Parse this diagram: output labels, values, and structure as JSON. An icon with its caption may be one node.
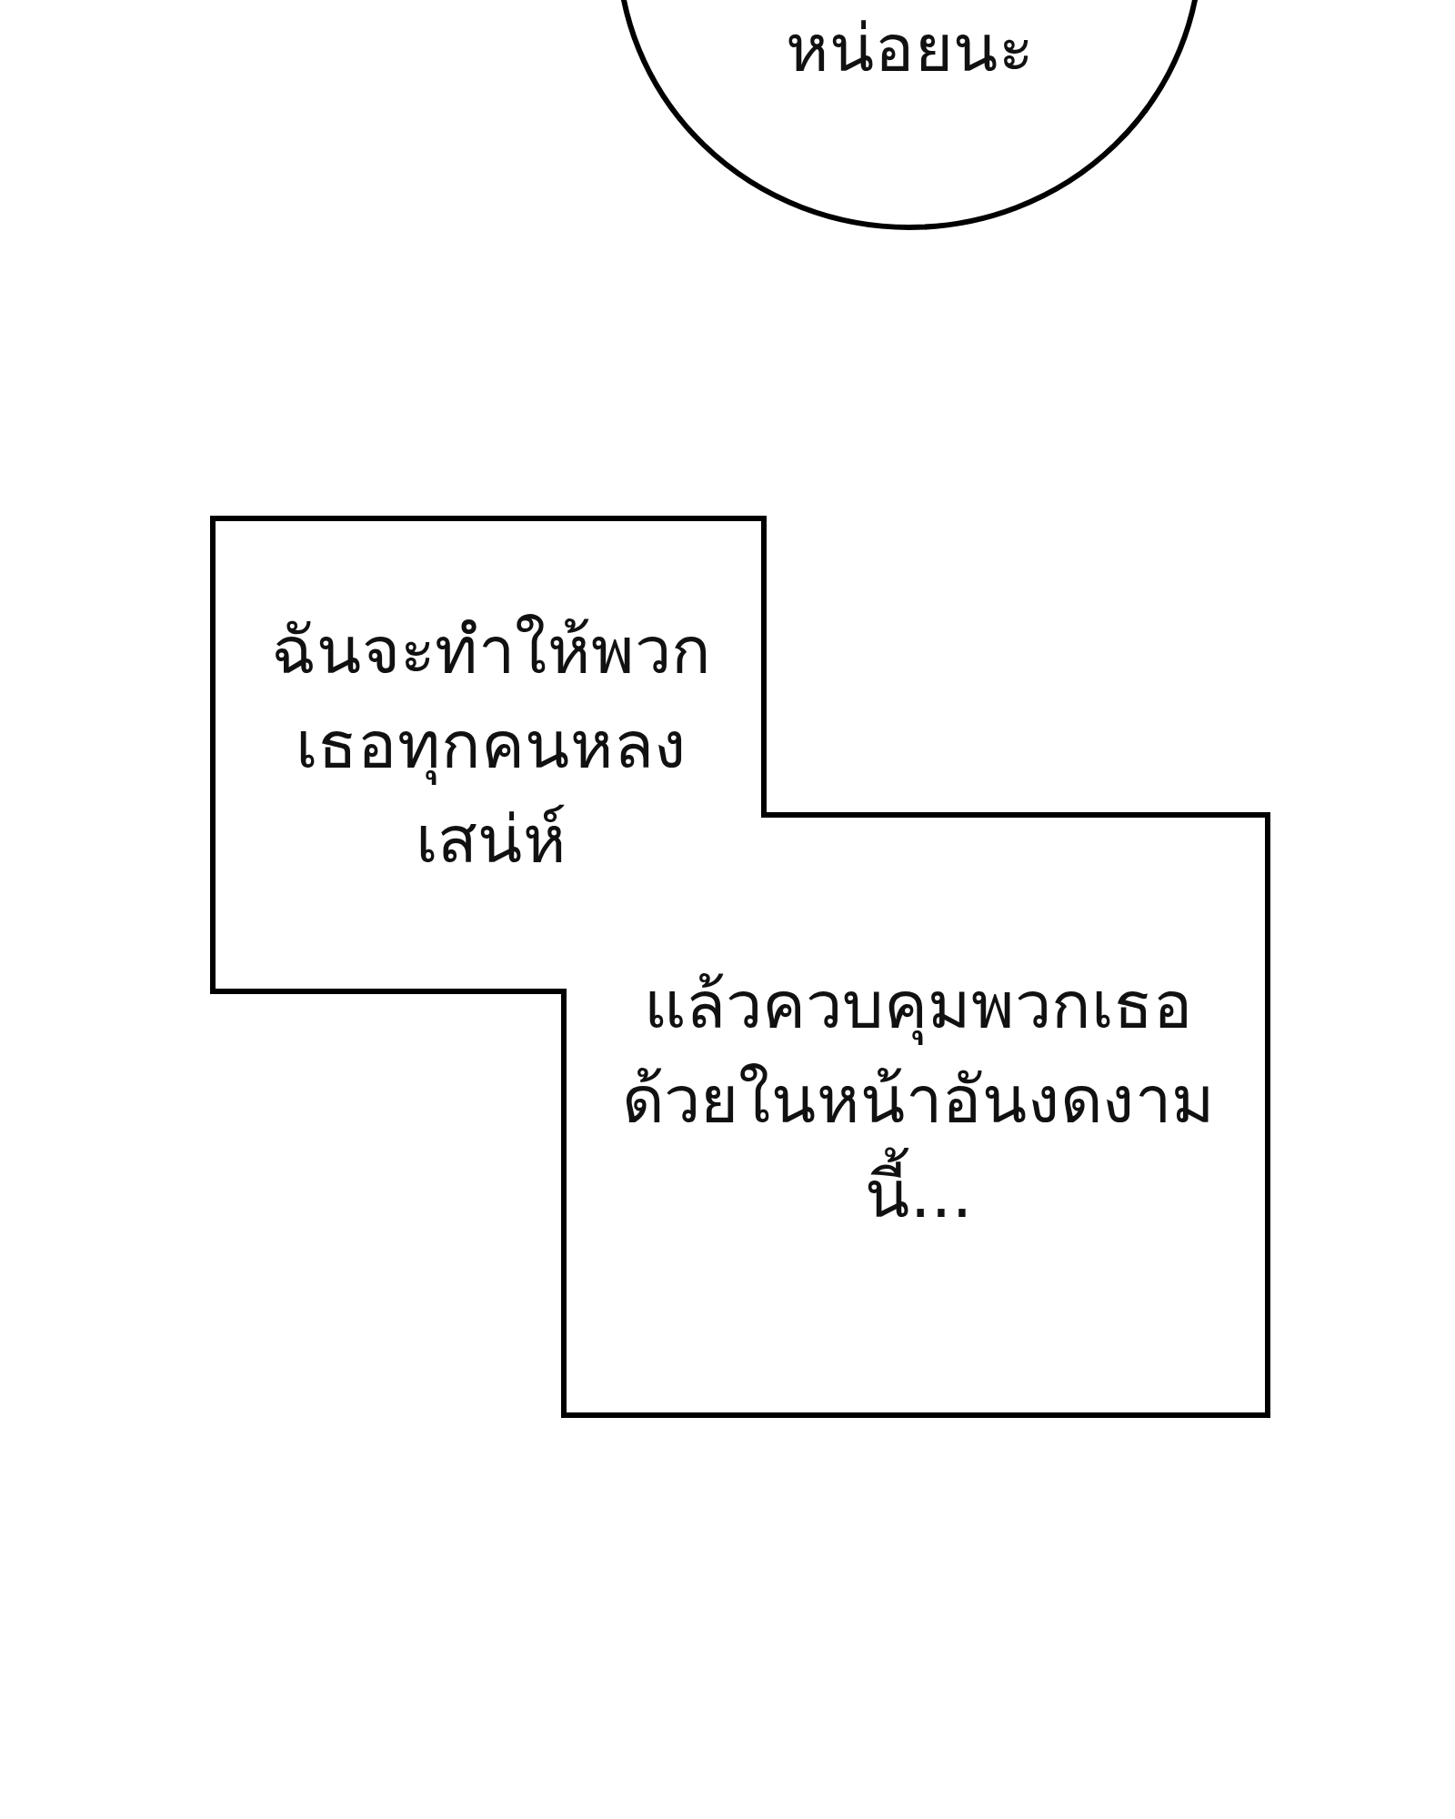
{
  "diagram": {
    "nodes": [
      {
        "text": [
          "หน่อยนะ"
        ]
      },
      {
        "text": [
          "ฉันจะทำให้พวกเธอทุกคนหลงเสน่ห์",
          "แล้วควบคุมพวกเธอด้วยในหน้าอันงดงามนี้..."
        ]
      }
    ]
  }
}
